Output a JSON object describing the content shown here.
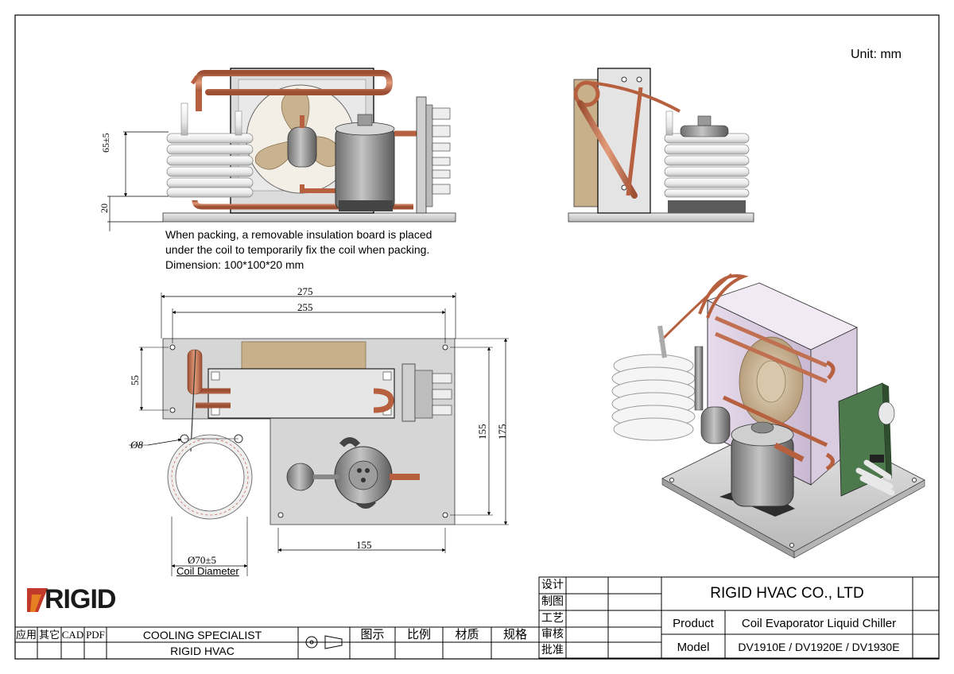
{
  "unit": "Unit: mm",
  "packing_note": [
    "When packing, a removable insulation board is placed",
    "under the coil to temporarily fix the coil when packing.",
    "Dimension: 100*100*20 mm"
  ],
  "dimensions": {
    "side_height": "65±5",
    "side_base": "20",
    "top_width_outer": "275",
    "top_width_inner": "255",
    "top_left_height": "55",
    "top_depth_inner": "155",
    "top_depth_outer": "175",
    "bottom_width": "155",
    "tube_diameter": "Ø8",
    "coil_diameter_value": "Ø70±5",
    "coil_diameter_label": "Coil Diameter"
  },
  "logo": {
    "text": "RIGID"
  },
  "title_block": {
    "company": "RIGID HVAC CO., LTD",
    "product_label": "Product",
    "product_value": "Coil Evaporator Liquid Chiller",
    "model_label": "Model",
    "model_value": "DV1910E / DV1920E / DV1930E",
    "cooling": "COOLING SPECIALIST",
    "brand": "RIGID HVAC",
    "file_types": [
      "应用",
      "其它",
      "CAD",
      "PDF"
    ],
    "drawing_fields": [
      "图示",
      "比例",
      "材质",
      "规格"
    ],
    "approvals": [
      "设计",
      "制图",
      "工艺",
      "审核",
      "批准"
    ]
  },
  "colors": {
    "copper": "#c8714f",
    "plate": "#d9d9d9",
    "coil": "#f4f4f4",
    "compressor": "#8a8a8a",
    "fan": "#c9b28f",
    "pcb": "#4d7a4d",
    "logo_red": "#c0392b",
    "logo_orange": "#e67e22"
  }
}
